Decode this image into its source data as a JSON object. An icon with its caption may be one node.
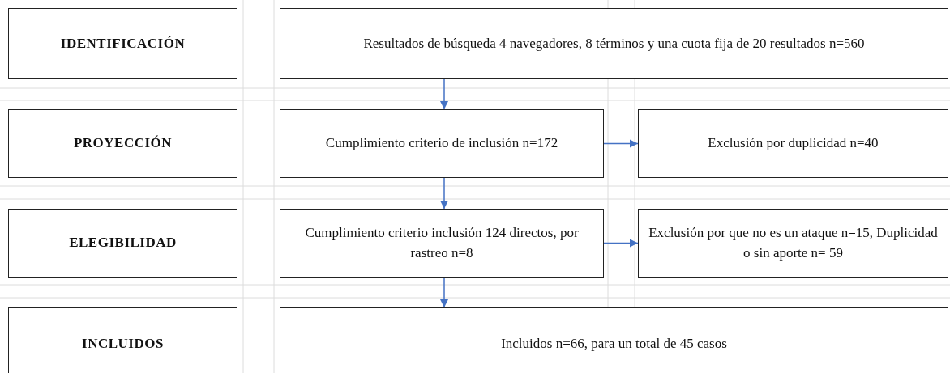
{
  "diagram": {
    "nodes": [
      {
        "text": [
          "IDENTIFICACIÓN"
        ]
      },
      {
        "text": [
          "Resultados de búsqueda 4 navegadores, 8 términos y una cuota fija de 20 resultados n=560"
        ]
      },
      {
        "text": [
          "PROYECCIÓN"
        ]
      },
      {
        "text": [
          "Cumplimiento criterio de inclusión n=172"
        ]
      },
      {
        "text": [
          "Exclusión por duplicidad n=40"
        ]
      },
      {
        "text": [
          "ELEGIBILIDAD"
        ]
      },
      {
        "text": [
          "Cumplimiento criterio inclusión 124 directos, por rastreo n=8"
        ]
      },
      {
        "text": [
          "Exclusión por que no es un ataque n=15, Duplicidad o sin aporte n= 59"
        ]
      },
      {
        "text": [
          "INCLUIDOS"
        ]
      },
      {
        "text": [
          "Incluidos n=66, para un total de 45 casos"
        ]
      }
    ],
    "edges": [
      {
        "from": 1,
        "to": 3,
        "arrow": "to"
      },
      {
        "from": 3,
        "to": 4,
        "arrow": "to"
      },
      {
        "from": 3,
        "to": 6,
        "arrow": "to"
      },
      {
        "from": 6,
        "to": 7,
        "arrow": "to"
      },
      {
        "from": 6,
        "to": 9,
        "arrow": "to"
      }
    ]
  }
}
